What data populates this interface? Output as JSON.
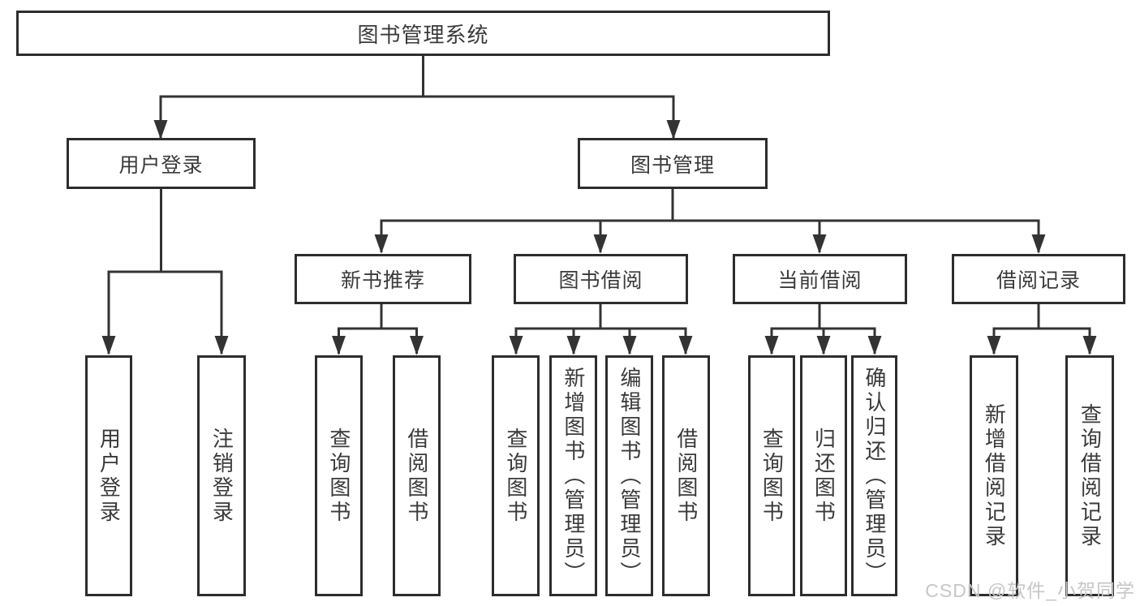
{
  "diagram": {
    "title": "图书管理系统",
    "branches": [
      {
        "label": "用户登录",
        "children": [
          {
            "label": "用户登录"
          },
          {
            "label": "注销登录"
          }
        ]
      },
      {
        "label": "图书管理",
        "children": [
          {
            "label": "新书推荐",
            "children": [
              {
                "label": "查询图书"
              },
              {
                "label": "借阅图书"
              }
            ]
          },
          {
            "label": "图书借阅",
            "children": [
              {
                "label": "查询图书"
              },
              {
                "label": "新增图书（管理员）"
              },
              {
                "label": "编辑图书（管理员）"
              },
              {
                "label": "借阅图书"
              }
            ]
          },
          {
            "label": "当前借阅",
            "children": [
              {
                "label": "查询图书"
              },
              {
                "label": "归还图书"
              },
              {
                "label": "确认归还（管理员）"
              }
            ]
          },
          {
            "label": "借阅记录",
            "children": [
              {
                "label": "新增借阅记录"
              },
              {
                "label": "查询借阅记录"
              }
            ]
          }
        ]
      }
    ],
    "watermark": "CSDN @软件_小贺同学",
    "colors": {
      "line": "#333333",
      "box_border": "#2d2d2d",
      "text": "#3a3a3a",
      "watermark": "#c6c6c6",
      "background": "#ffffff"
    }
  }
}
